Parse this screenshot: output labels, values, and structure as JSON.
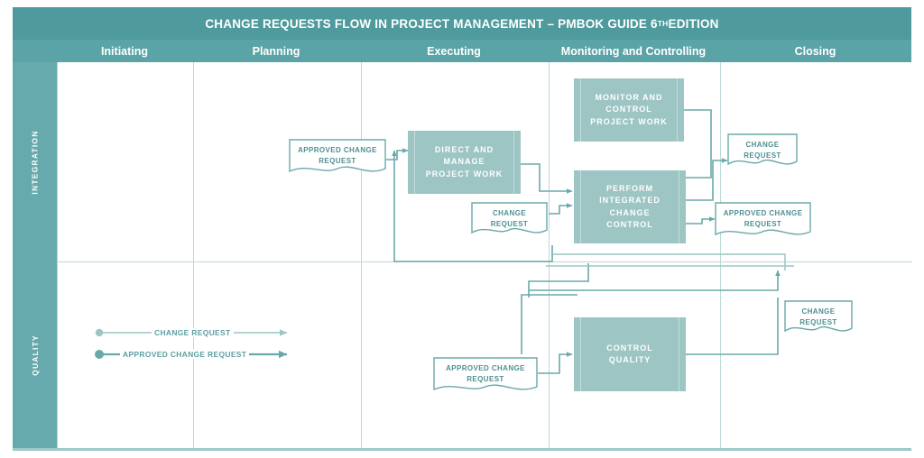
{
  "title": {
    "main": "CHANGE REQUESTS FLOW IN PROJECT MANAGEMENT – PMBOK GUIDE 6",
    "superscript": "TH",
    "suffix": " EDITION"
  },
  "phases": [
    {
      "label": "Initiating"
    },
    {
      "label": "Planning"
    },
    {
      "label": "Executing"
    },
    {
      "label": "Monitoring and Controlling"
    },
    {
      "label": "Closing"
    }
  ],
  "knowledge_areas": [
    {
      "label": "INTEGRATION"
    },
    {
      "label": "QUALITY"
    }
  ],
  "processes": [
    {
      "id": "direct-manage-project-work",
      "label": "DIRECT AND MANAGE PROJECT WORK",
      "phase": "Executing",
      "area": "INTEGRATION"
    },
    {
      "id": "monitor-control-project-work",
      "label": "MONITOR AND CONTROL PROJECT WORK",
      "phase": "Monitoring and Controlling",
      "area": "INTEGRATION"
    },
    {
      "id": "perform-integrated-change-control",
      "label": "PERFORM INTEGRATED CHANGE CONTROL",
      "phase": "Monitoring and Controlling",
      "area": "INTEGRATION"
    },
    {
      "id": "control-quality",
      "label": "CONTROL QUALITY",
      "phase": "Monitoring and Controlling",
      "area": "QUALITY"
    }
  ],
  "documents": [
    {
      "id": "doc-planning-approved",
      "line1": "APPROVED CHANGE",
      "line2": "REQUEST",
      "phase": "Planning",
      "area": "INTEGRATION"
    },
    {
      "id": "doc-executing-change",
      "line1": "CHANGE",
      "line2": "REQUEST",
      "phase": "Executing",
      "area": "INTEGRATION"
    },
    {
      "id": "doc-closing-change",
      "line1": "CHANGE",
      "line2": "REQUEST",
      "phase": "Closing",
      "area": "INTEGRATION"
    },
    {
      "id": "doc-closing-approved",
      "line1": "APPROVED CHANGE",
      "line2": "REQUEST",
      "phase": "Closing",
      "area": "INTEGRATION"
    },
    {
      "id": "doc-executing-approved-quality",
      "line1": "APPROVED CHANGE",
      "line2": "REQUEST",
      "phase": "Executing",
      "area": "QUALITY"
    },
    {
      "id": "doc-closing-change-quality",
      "line1": "CHANGE",
      "line2": "REQUEST",
      "phase": "Closing",
      "area": "QUALITY"
    }
  ],
  "legend": [
    {
      "id": "legend-change-request",
      "label": "CHANGE REQUEST",
      "style": "thin"
    },
    {
      "id": "legend-approved-change-request",
      "label": "APPROVED CHANGE REQUEST",
      "style": "thick"
    }
  ],
  "colors": {
    "title_bar": "#4e9a9d",
    "phase_bar": "#5aa3a6",
    "rail": "#66aaad",
    "box_fill": "#9cc5c4",
    "connector": "#6aa8aa",
    "connector_light": "#9cc5c4",
    "grid_line": "#bcd9d8",
    "doc_text": "#4e8f92"
  }
}
